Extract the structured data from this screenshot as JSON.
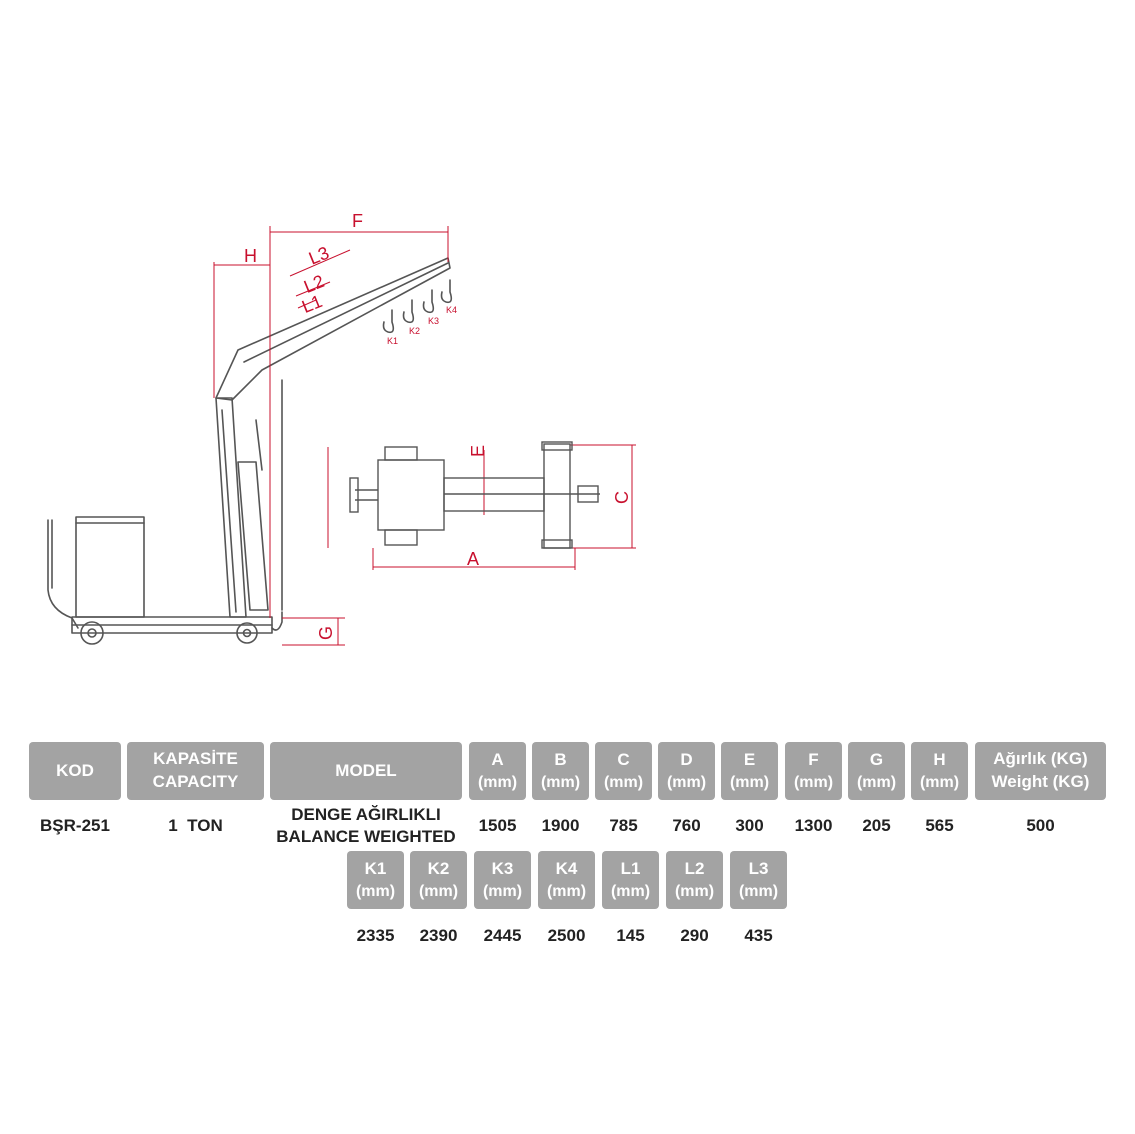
{
  "colors": {
    "header_bg": "#a3a3a3",
    "dimension": "#c8102e",
    "line": "#555555"
  },
  "diagram": {
    "labels": {
      "F": "F",
      "H": "H",
      "L1": "L1",
      "L2": "L2",
      "L3": "L3",
      "G": "G",
      "E": "E",
      "C": "C",
      "A": "A",
      "K1": "K1",
      "K2": "K2",
      "K3": "K3",
      "K4": "K4"
    }
  },
  "table": {
    "headers": {
      "kod": "KOD",
      "capacity_tr": "KAPASİTE",
      "capacity_en": "CAPACITY",
      "model": "MODEL",
      "unit": "(mm)",
      "A": "A",
      "B": "B",
      "C": "C",
      "D": "D",
      "E": "E",
      "F": "F",
      "G": "G",
      "H": "H",
      "weight_tr": "Ağırlık (KG)",
      "weight_en": "Weight (KG)",
      "K1": "K1",
      "K2": "K2",
      "K3": "K3",
      "K4": "K4",
      "L1": "L1",
      "L2": "L2",
      "L3": "L3"
    },
    "row": {
      "kod": "BŞR-251",
      "capacity": "1  TON",
      "model_tr": "DENGE AĞIRLIKLI",
      "model_en": "BALANCE WEIGHTED",
      "A": "1505",
      "B": "1900",
      "C": "785",
      "D": "760",
      "E": "300",
      "F": "1300",
      "G": "205",
      "H": "565",
      "weight": "500",
      "K1": "2335",
      "K2": "2390",
      "K3": "2445",
      "K4": "2500",
      "L1": "145",
      "L2": "290",
      "L3": "435"
    }
  }
}
